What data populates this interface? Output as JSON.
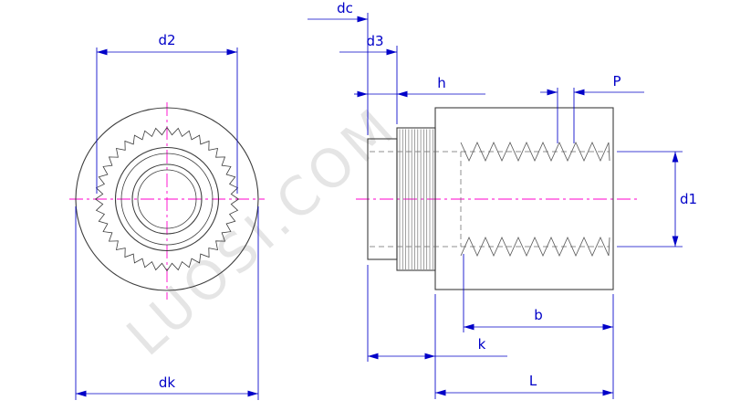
{
  "watermark": "LUOSI.COM",
  "colors": {
    "line": "#3c3c3c",
    "dimension": "#0000c8",
    "centerline": "#ff00cc",
    "watermark-color": "#cccccc"
  },
  "front_view": {
    "d2": "d2",
    "dk": "dk"
  },
  "side_view": {
    "dc": "dc",
    "d3": "d3",
    "h": "h",
    "P": "P",
    "d1": "d1",
    "b": "b",
    "k": "k",
    "L": "L"
  }
}
